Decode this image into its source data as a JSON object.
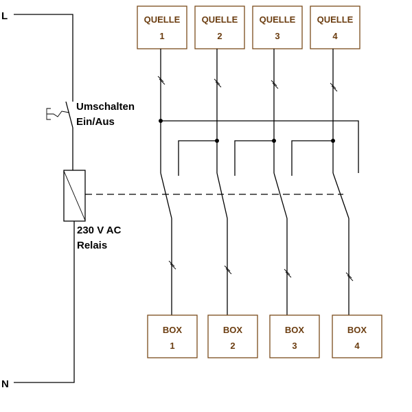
{
  "diagram": {
    "rail_labels": {
      "line": "L",
      "neutral": "N"
    },
    "switch_label": [
      "Umschalten",
      "Ein/Aus"
    ],
    "relay_label": [
      "230 V AC",
      "Relais"
    ],
    "sources": [
      {
        "title": "QUELLE",
        "number": "1"
      },
      {
        "title": "QUELLE",
        "number": "2"
      },
      {
        "title": "QUELLE",
        "number": "3"
      },
      {
        "title": "QUELLE",
        "number": "4"
      }
    ],
    "outputs": [
      {
        "title": "BOX",
        "number": "1"
      },
      {
        "title": "BOX",
        "number": "2"
      },
      {
        "title": "BOX",
        "number": "3"
      },
      {
        "title": "BOX",
        "number": "4"
      }
    ],
    "colors": {
      "box_border": "#7a4a1a",
      "box_text": "#6b3d10",
      "wire": "#000000"
    }
  }
}
